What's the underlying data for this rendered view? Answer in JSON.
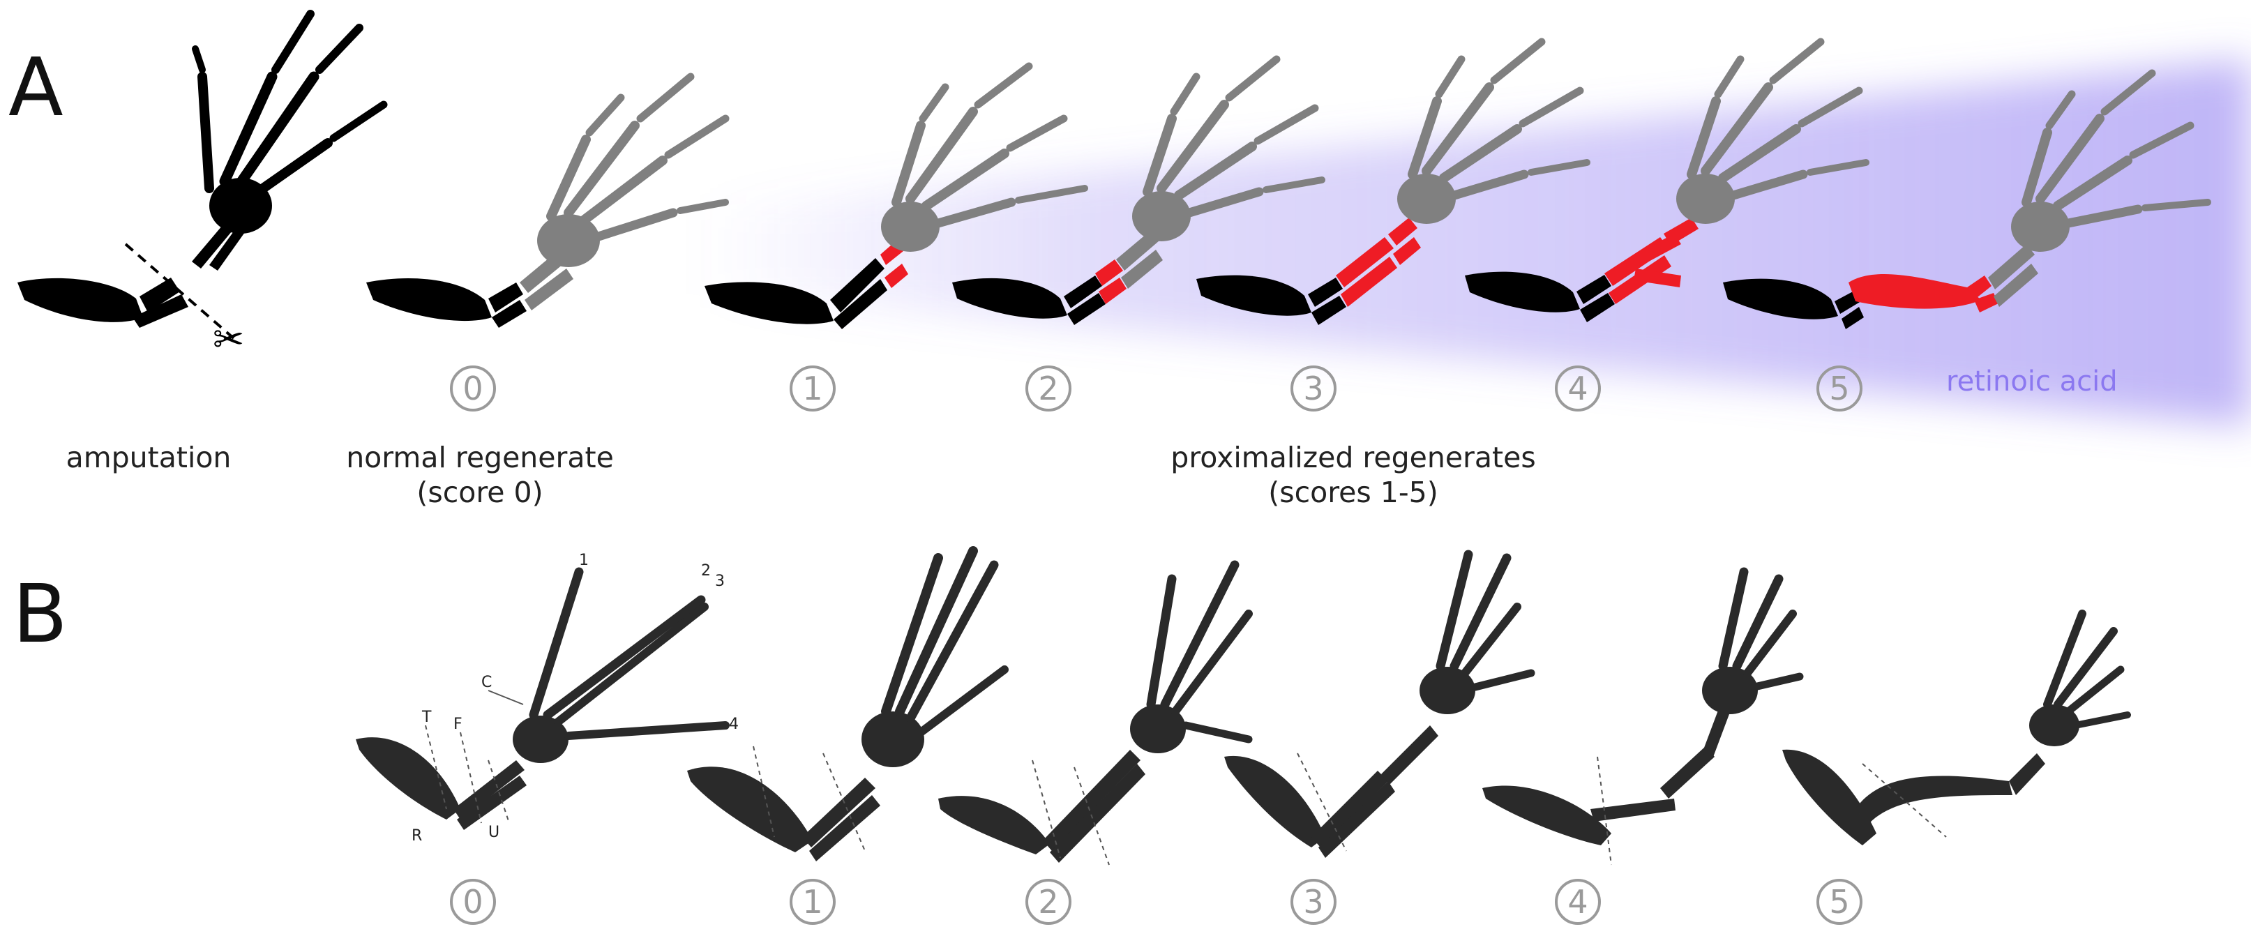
{
  "panels": {
    "a_letter": "A",
    "b_letter": "B"
  },
  "panel_a": {
    "captions": {
      "amputation": "amputation",
      "normal_line1": "normal regenerate",
      "normal_line2": "(score 0)",
      "proximal_line1": "proximalized regenerates",
      "proximal_line2": "(scores 1-5)"
    },
    "gradient_label": "retinoic acid",
    "scores": [
      "0",
      "1",
      "2",
      "3",
      "4",
      "5"
    ]
  },
  "panel_b": {
    "scores": [
      "0",
      "1",
      "2",
      "3",
      "4",
      "5"
    ],
    "specimen_labels": [
      "1",
      "2",
      "3",
      "4",
      "C",
      "T",
      "F",
      "U",
      "R"
    ]
  },
  "colors": {
    "bone_black": "#000000",
    "bone_grey": "#808080",
    "regenerated_red": "#ee1c25",
    "retinoic_acid_purple": "#8b78f0",
    "score_circle_grey": "#9a9a9a",
    "photo_bone": "#2a2a2a"
  }
}
